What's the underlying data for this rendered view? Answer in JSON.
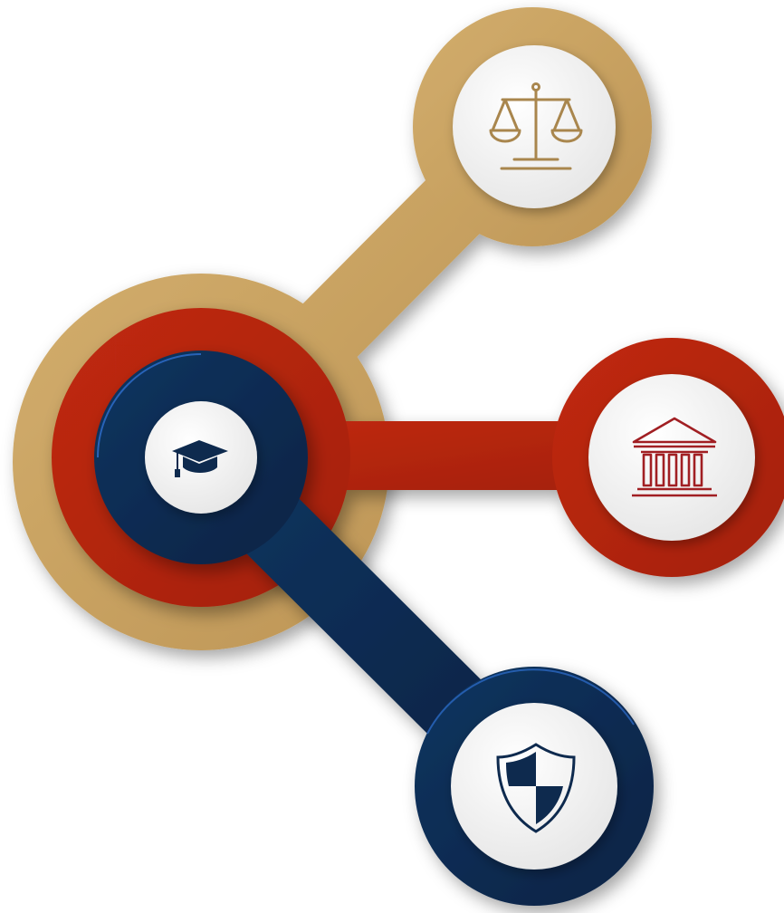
{
  "diagram": {
    "colors": {
      "gold": "#C9A15E",
      "gold_dark": "#B08848",
      "red": "#B32410",
      "red_dark": "#8E1A0A",
      "navy": "#0E2A4E",
      "navy_highlight": "#2F6FD0",
      "disc": "#F4F4F4"
    },
    "center_icon": "graduation-cap-icon",
    "nodes": [
      {
        "id": "justice",
        "icon": "scales-of-justice-icon",
        "color": "gold",
        "icon_color": "#A9864D"
      },
      {
        "id": "institution",
        "icon": "government-building-icon",
        "color": "red",
        "icon_color": "#A11F23"
      },
      {
        "id": "security",
        "icon": "shield-icon",
        "color": "navy",
        "icon_color": "#0E2A4E"
      }
    ]
  }
}
